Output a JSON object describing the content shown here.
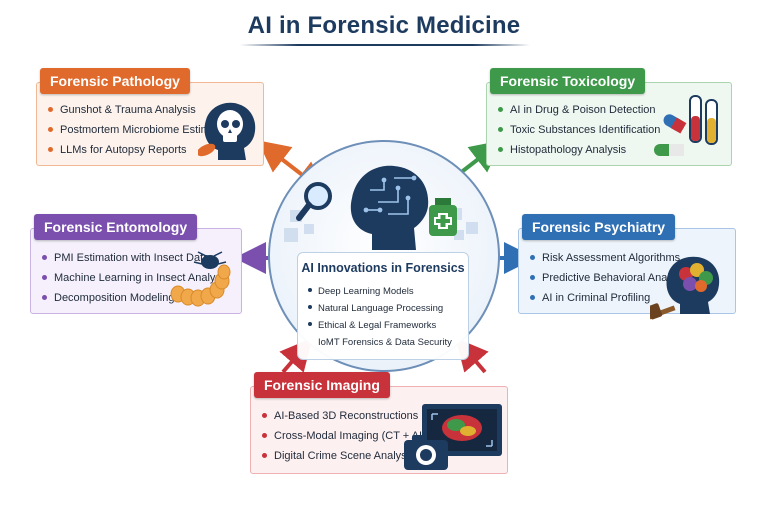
{
  "title": "AI in Forensic Medicine",
  "colors": {
    "pathology": "#e06a2c",
    "toxicology": "#3e9a4a",
    "entomology": "#7a4fae",
    "psychiatry": "#2f6fb4",
    "imaging": "#c8323a",
    "hub": "#1d3a5f"
  },
  "center": {
    "title": "AI Innovations in Forensics",
    "items": [
      "Deep Learning Models",
      "Natural Language Processing",
      "Ethical & Legal Frameworks",
      "IoMT Forensics & Data Security"
    ],
    "icons": [
      "ai-head-brain-icon",
      "magnifier-icon",
      "medicine-bottle-icon"
    ]
  },
  "pathology": {
    "header": "Forensic Pathology",
    "items": [
      "Gunshot & Trauma Analysis",
      "Postmortem Microbiome Estimation",
      "LLMs for Autopsy Reports"
    ],
    "icon": "skull-head-icon"
  },
  "toxicology": {
    "header": "Forensic Toxicology",
    "items": [
      "AI in Drug & Poison Detection",
      "Toxic Substances Identification",
      "Histopathology Analysis"
    ],
    "icon": "test-tubes-pills-icon"
  },
  "entomology": {
    "header": "Forensic Entomology",
    "items": [
      "PMI Estimation with Insect Data",
      "Machine Learning in Insect Analysis",
      "Decomposition Modeling"
    ],
    "icon": "insect-larva-icon"
  },
  "psychiatry": {
    "header": "Forensic Psychiatry",
    "items": [
      "Risk Assessment Algorithms",
      "Predictive Behavioral Analysis",
      "AI in Criminal Profiling"
    ],
    "icon": "brain-head-gavel-icon"
  },
  "imaging": {
    "header": "Forensic Imaging",
    "items": [
      "AI-Based 3D Reconstructions",
      "Cross-Modal Imaging (CT + AI)",
      "Digital Crime Scene Analysis"
    ],
    "icon": "monitor-camera-icon"
  }
}
